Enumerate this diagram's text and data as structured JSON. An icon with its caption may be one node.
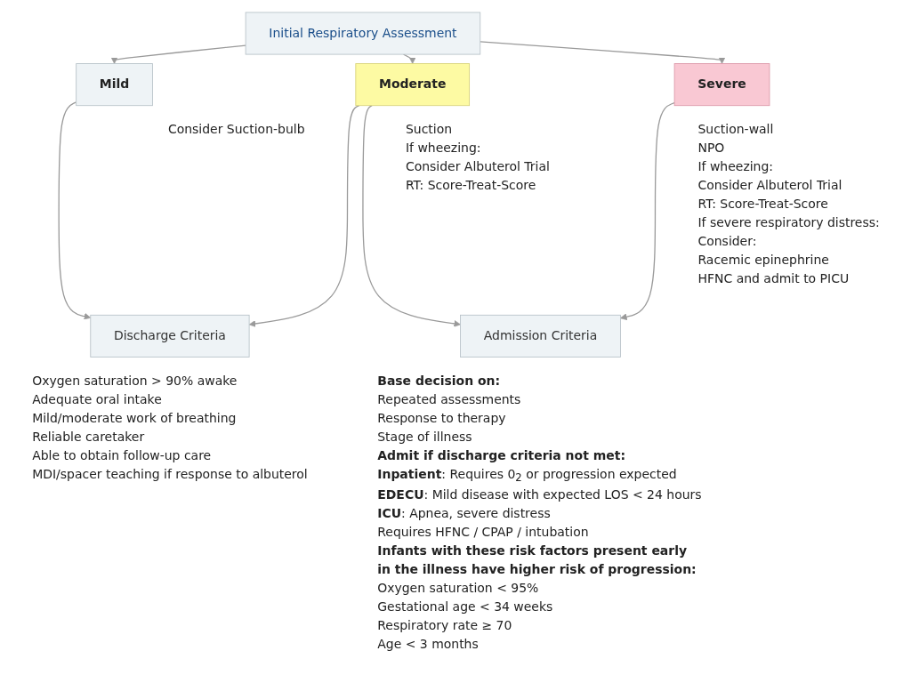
{
  "diagram": {
    "nodes": [
      {
        "text": [
          "Initial Respiratory Assessment"
        ]
      },
      {
        "text": [
          "Mild"
        ],
        "beside": [
          "Consider Suction-bulb"
        ]
      },
      {
        "text": [
          "Moderate"
        ],
        "beside": [
          "Suction",
          "If wheezing:",
          "Consider Albuterol Trial",
          "RT: Score-Treat-Score"
        ]
      },
      {
        "text": [
          "Severe"
        ],
        "beside": [
          "Suction-wall",
          "NPO",
          "If wheezing:",
          "Consider Albuterol Trial",
          "RT: Score-Treat-Score",
          "If severe respiratory distress:",
          "Consider:",
          "Racemic epinephrine",
          "HFNC and admit to PICU"
        ]
      },
      {
        "text": [
          "Discharge Criteria"
        ],
        "beside": [
          "Oxygen saturation > 90% awake",
          "Adequate oral intake",
          "Mild/moderate work of breathing",
          "Reliable caretaker",
          "Able to obtain follow-up care",
          "MDI/spacer teaching if response to albuterol"
        ]
      },
      {
        "text": [
          "Admission Criteria"
        ],
        "beside": [
          "Base decision on:",
          "Repeated assessments",
          "Response to therapy",
          "Stage of illness",
          "Admit if discharge criteria not met:",
          "**Inpatient**: Requires 0$_{2}$ or progression expected",
          "**EDECU**: Mild disease with expected LOS < 24 hours",
          "**ICU**: Apnea, severe distress",
          "Requires HFNC / CPAP / intubation",
          "Infants with these risk factors present early in the illness have higher risk of progression:",
          "Oxygen saturation < 95%",
          "Gestational age < 34 weeks",
          "Respiratory rate ≥ 70",
          "Age < 3 months"
        ]
      }
    ],
    "edges": [
      {
        "from": 0,
        "to": 1,
        "arrow": "to"
      },
      {
        "from": 0,
        "to": 2,
        "arrow": "to"
      },
      {
        "from": 0,
        "to": 3,
        "arrow": "to"
      },
      {
        "from": 1,
        "to": 4,
        "arrow": "to"
      },
      {
        "from": 2,
        "to": 4,
        "arrow": "to"
      },
      {
        "from": 2,
        "to": 5,
        "arrow": "to"
      },
      {
        "from": 3,
        "to": 5,
        "arrow": "to"
      }
    ]
  }
}
